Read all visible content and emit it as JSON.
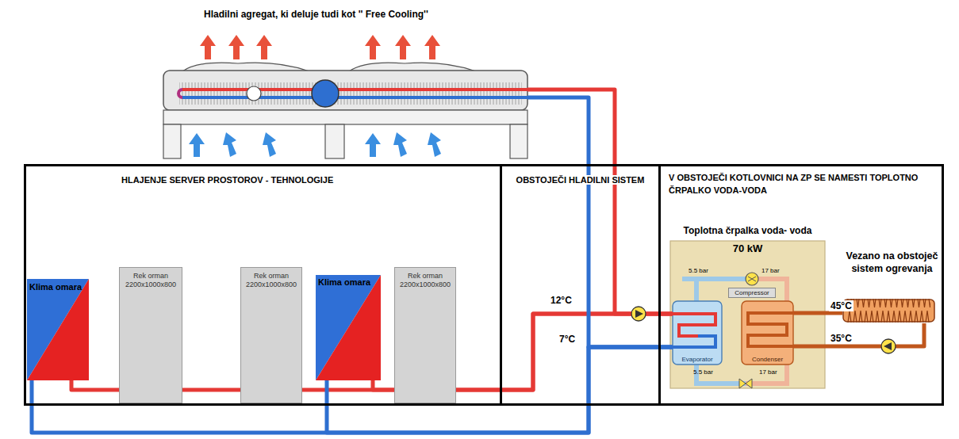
{
  "diagram": {
    "nodes": [
      {
        "text": [
          "Hladilni agregat, ki deluje tudi kot '' Free Cooling''"
        ]
      },
      {
        "text": [
          "HLAJENJE SERVER PROSTOROV - TEHNOLOGIJE"
        ]
      },
      {
        "text": [
          "Klima omara"
        ],
        "in": 1
      },
      {
        "text": [
          "Rek orman 2200x1000x800"
        ],
        "in": 1
      },
      {
        "text": [
          "Rek orman 2200x1000x800"
        ],
        "in": 1
      },
      {
        "text": [
          "Klima omara"
        ],
        "in": 1
      },
      {
        "text": [
          "Rek orman 2200x1000x800"
        ],
        "in": 1
      },
      {
        "text": [
          "OBSTOJEČI HLADILNI SISTEM"
        ]
      },
      {
        "text": [
          "V OBSTOJEČI KOTLOVNICI NA ZP SE NAMESTI TOPLOTNO ČRPALKO VODA-VODA"
        ]
      },
      {
        "text": [
          "Toplotna črpalka voda- voda",
          "70 kW"
        ],
        "in": 8
      },
      {
        "text": [
          "Compressor"
        ],
        "in": 9
      },
      {
        "text": [
          "Evaporator"
        ],
        "in": 9
      },
      {
        "text": [
          "Condenser"
        ],
        "in": 9
      },
      {
        "text": [
          "Vezano na obstoječ sistem ogrevanja"
        ],
        "in": 8
      }
    ],
    "edges": [
      {
        "from": 2,
        "to": 11,
        "arrow": "none"
      },
      {
        "from": 5,
        "to": 11,
        "arrow": "none"
      },
      {
        "from": 0,
        "to": 11,
        "arrow": "none"
      },
      {
        "from": 11,
        "to": 2,
        "arrow": "none"
      },
      {
        "from": 11,
        "to": 5,
        "arrow": "none"
      },
      {
        "from": 11,
        "to": 0,
        "arrow": "none"
      },
      {
        "from": 12,
        "to": 13,
        "arrow": "none"
      },
      {
        "from": 13,
        "to": 12,
        "arrow": "none"
      }
    ],
    "labels": [
      "5.5 bar",
      "17 bar",
      "12°C",
      "45°C",
      "7°C",
      "35°C",
      "5.5 bar",
      "17 bar"
    ]
  }
}
